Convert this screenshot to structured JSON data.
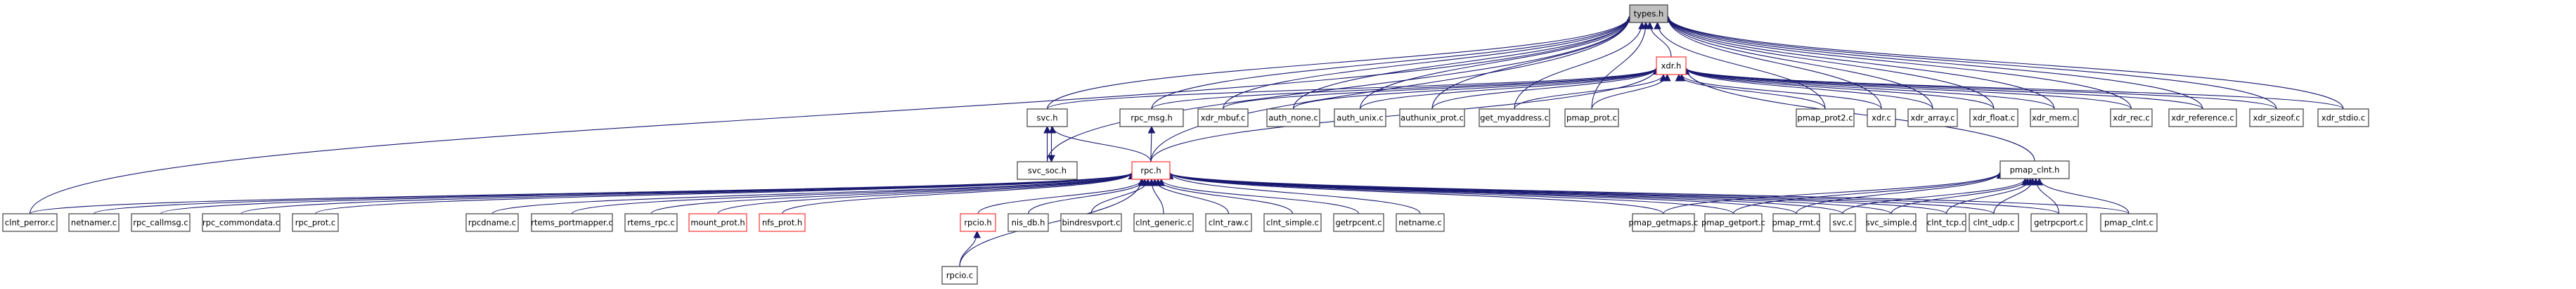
{
  "graph": {
    "title": "types.h included-by dependency graph",
    "colors": {
      "edge": "#191970",
      "root_fill": "#bfbfbf",
      "node_border": "#404040",
      "incomplete_border": "#ff3333"
    },
    "root": "types.h",
    "nodes": [
      {
        "id": "types.h",
        "label": "types.h",
        "kind": "root"
      },
      {
        "id": "xdr.h",
        "label": "xdr.h",
        "kind": "incomplete"
      },
      {
        "id": "svc.h",
        "label": "svc.h",
        "kind": "normal"
      },
      {
        "id": "rpc_msg.h",
        "label": "rpc_msg.h",
        "kind": "normal"
      },
      {
        "id": "xdr_mbuf.c",
        "label": "xdr_mbuf.c",
        "kind": "normal"
      },
      {
        "id": "auth_none.c",
        "label": "auth_none.c",
        "kind": "normal"
      },
      {
        "id": "auth_unix.c",
        "label": "auth_unix.c",
        "kind": "normal"
      },
      {
        "id": "authunix_prot.c",
        "label": "authunix_prot.c",
        "kind": "normal"
      },
      {
        "id": "get_myaddress.c",
        "label": "get_myaddress.c",
        "kind": "normal"
      },
      {
        "id": "pmap_prot.c",
        "label": "pmap_prot.c",
        "kind": "normal"
      },
      {
        "id": "pmap_prot2.c",
        "label": "pmap_prot2.c",
        "kind": "normal"
      },
      {
        "id": "xdr.c",
        "label": "xdr.c",
        "kind": "normal"
      },
      {
        "id": "xdr_array.c",
        "label": "xdr_array.c",
        "kind": "normal"
      },
      {
        "id": "xdr_float.c",
        "label": "xdr_float.c",
        "kind": "normal"
      },
      {
        "id": "xdr_mem.c",
        "label": "xdr_mem.c",
        "kind": "normal"
      },
      {
        "id": "xdr_rec.c",
        "label": "xdr_rec.c",
        "kind": "normal"
      },
      {
        "id": "xdr_reference.c",
        "label": "xdr_reference.c",
        "kind": "normal"
      },
      {
        "id": "xdr_sizeof.c",
        "label": "xdr_sizeof.c",
        "kind": "normal"
      },
      {
        "id": "xdr_stdio.c",
        "label": "xdr_stdio.c",
        "kind": "normal"
      },
      {
        "id": "svc_soc.h",
        "label": "svc_soc.h",
        "kind": "normal"
      },
      {
        "id": "rpc.h",
        "label": "rpc.h",
        "kind": "incomplete"
      },
      {
        "id": "pmap_clnt.h",
        "label": "pmap_clnt.h",
        "kind": "normal"
      },
      {
        "id": "clnt_perror.c",
        "label": "clnt_perror.c",
        "kind": "normal"
      },
      {
        "id": "netnamer.c",
        "label": "netnamer.c",
        "kind": "normal"
      },
      {
        "id": "rpc_callmsg.c",
        "label": "rpc_callmsg.c",
        "kind": "normal"
      },
      {
        "id": "rpc_commondata.c",
        "label": "rpc_commondata.c",
        "kind": "normal"
      },
      {
        "id": "rpc_prot.c",
        "label": "rpc_prot.c",
        "kind": "normal"
      },
      {
        "id": "rpcdname.c",
        "label": "rpcdname.c",
        "kind": "normal"
      },
      {
        "id": "rtems_portmapper.c",
        "label": "rtems_portmapper.c",
        "kind": "normal"
      },
      {
        "id": "rtems_rpc.c",
        "label": "rtems_rpc.c",
        "kind": "normal"
      },
      {
        "id": "mount_prot.h",
        "label": "mount_prot.h",
        "kind": "incomplete"
      },
      {
        "id": "nfs_prot.h",
        "label": "nfs_prot.h",
        "kind": "incomplete"
      },
      {
        "id": "rpcio.h",
        "label": "rpcio.h",
        "kind": "incomplete"
      },
      {
        "id": "nis_db.h",
        "label": "nis_db.h",
        "kind": "normal"
      },
      {
        "id": "bindresvport.c",
        "label": "bindresvport.c",
        "kind": "normal"
      },
      {
        "id": "clnt_generic.c",
        "label": "clnt_generic.c",
        "kind": "normal"
      },
      {
        "id": "clnt_raw.c",
        "label": "clnt_raw.c",
        "kind": "normal"
      },
      {
        "id": "clnt_simple.c",
        "label": "clnt_simple.c",
        "kind": "normal"
      },
      {
        "id": "getrpcent.c",
        "label": "getrpcent.c",
        "kind": "normal"
      },
      {
        "id": "netname.c",
        "label": "netname.c",
        "kind": "normal"
      },
      {
        "id": "pmap_getmaps.c",
        "label": "pmap_getmaps.c",
        "kind": "normal"
      },
      {
        "id": "pmap_getport.c",
        "label": "pmap_getport.c",
        "kind": "normal"
      },
      {
        "id": "pmap_rmt.c",
        "label": "pmap_rmt.c",
        "kind": "normal"
      },
      {
        "id": "svc.c",
        "label": "svc.c",
        "kind": "normal"
      },
      {
        "id": "svc_simple.c",
        "label": "svc_simple.c",
        "kind": "normal"
      },
      {
        "id": "clnt_tcp.c",
        "label": "clnt_tcp.c",
        "kind": "normal"
      },
      {
        "id": "clnt_udp.c",
        "label": "clnt_udp.c",
        "kind": "normal"
      },
      {
        "id": "getrpcport.c",
        "label": "getrpcport.c",
        "kind": "normal"
      },
      {
        "id": "pmap_clnt.c",
        "label": "pmap_clnt.c",
        "kind": "normal"
      },
      {
        "id": "rpcio.c",
        "label": "rpcio.c",
        "kind": "normal"
      }
    ],
    "edges": [
      [
        "xdr.h",
        "types.h"
      ],
      [
        "svc.h",
        "types.h"
      ],
      [
        "rpc_msg.h",
        "types.h"
      ],
      [
        "xdr_mbuf.c",
        "types.h"
      ],
      [
        "auth_none.c",
        "types.h"
      ],
      [
        "auth_unix.c",
        "types.h"
      ],
      [
        "authunix_prot.c",
        "types.h"
      ],
      [
        "get_myaddress.c",
        "types.h"
      ],
      [
        "pmap_prot.c",
        "types.h"
      ],
      [
        "pmap_prot2.c",
        "types.h"
      ],
      [
        "xdr.c",
        "types.h"
      ],
      [
        "xdr_array.c",
        "types.h"
      ],
      [
        "xdr_float.c",
        "types.h"
      ],
      [
        "xdr_mem.c",
        "types.h"
      ],
      [
        "xdr_rec.c",
        "types.h"
      ],
      [
        "xdr_reference.c",
        "types.h"
      ],
      [
        "xdr_sizeof.c",
        "types.h"
      ],
      [
        "xdr_stdio.c",
        "types.h"
      ],
      [
        "svc_soc.h",
        "types.h"
      ],
      [
        "rpc.h",
        "types.h"
      ],
      [
        "clnt_perror.c",
        "types.h"
      ],
      [
        "svc.h",
        "xdr.h"
      ],
      [
        "rpc_msg.h",
        "xdr.h"
      ],
      [
        "xdr_mbuf.c",
        "xdr.h"
      ],
      [
        "auth_none.c",
        "xdr.h"
      ],
      [
        "auth_unix.c",
        "xdr.h"
      ],
      [
        "authunix_prot.c",
        "xdr.h"
      ],
      [
        "get_myaddress.c",
        "xdr.h"
      ],
      [
        "pmap_prot.c",
        "xdr.h"
      ],
      [
        "pmap_prot2.c",
        "xdr.h"
      ],
      [
        "xdr.c",
        "xdr.h"
      ],
      [
        "xdr_array.c",
        "xdr.h"
      ],
      [
        "xdr_float.c",
        "xdr.h"
      ],
      [
        "xdr_mem.c",
        "xdr.h"
      ],
      [
        "xdr_rec.c",
        "xdr.h"
      ],
      [
        "xdr_reference.c",
        "xdr.h"
      ],
      [
        "xdr_sizeof.c",
        "xdr.h"
      ],
      [
        "xdr_stdio.c",
        "xdr.h"
      ],
      [
        "rpc.h",
        "xdr.h"
      ],
      [
        "pmap_clnt.h",
        "xdr.h"
      ],
      [
        "svc_soc.h",
        "svc.h"
      ],
      [
        "svc.h",
        "svc_soc.h"
      ],
      [
        "rpc.h",
        "svc.h"
      ],
      [
        "rpc.h",
        "rpc_msg.h"
      ],
      [
        "clnt_perror.c",
        "rpc.h"
      ],
      [
        "netnamer.c",
        "rpc.h"
      ],
      [
        "rpc_callmsg.c",
        "rpc.h"
      ],
      [
        "rpc_commondata.c",
        "rpc.h"
      ],
      [
        "rpc_prot.c",
        "rpc.h"
      ],
      [
        "rpcdname.c",
        "rpc.h"
      ],
      [
        "rtems_portmapper.c",
        "rpc.h"
      ],
      [
        "rtems_rpc.c",
        "rpc.h"
      ],
      [
        "mount_prot.h",
        "rpc.h"
      ],
      [
        "nfs_prot.h",
        "rpc.h"
      ],
      [
        "rpcio.h",
        "rpc.h"
      ],
      [
        "nis_db.h",
        "rpc.h"
      ],
      [
        "bindresvport.c",
        "rpc.h"
      ],
      [
        "clnt_generic.c",
        "rpc.h"
      ],
      [
        "clnt_raw.c",
        "rpc.h"
      ],
      [
        "clnt_simple.c",
        "rpc.h"
      ],
      [
        "getrpcent.c",
        "rpc.h"
      ],
      [
        "netname.c",
        "rpc.h"
      ],
      [
        "pmap_getmaps.c",
        "rpc.h"
      ],
      [
        "pmap_getport.c",
        "rpc.h"
      ],
      [
        "pmap_rmt.c",
        "rpc.h"
      ],
      [
        "svc.c",
        "rpc.h"
      ],
      [
        "svc_simple.c",
        "rpc.h"
      ],
      [
        "clnt_tcp.c",
        "rpc.h"
      ],
      [
        "clnt_udp.c",
        "rpc.h"
      ],
      [
        "getrpcport.c",
        "rpc.h"
      ],
      [
        "pmap_clnt.c",
        "rpc.h"
      ],
      [
        "rpcio.c",
        "rpc.h"
      ],
      [
        "rpcio.c",
        "rpcio.h"
      ],
      [
        "pmap_getmaps.c",
        "pmap_clnt.h"
      ],
      [
        "pmap_getport.c",
        "pmap_clnt.h"
      ],
      [
        "pmap_rmt.c",
        "pmap_clnt.h"
      ],
      [
        "svc.c",
        "pmap_clnt.h"
      ],
      [
        "svc_simple.c",
        "pmap_clnt.h"
      ],
      [
        "clnt_tcp.c",
        "pmap_clnt.h"
      ],
      [
        "clnt_udp.c",
        "pmap_clnt.h"
      ],
      [
        "getrpcport.c",
        "pmap_clnt.h"
      ],
      [
        "pmap_clnt.c",
        "pmap_clnt.h"
      ]
    ]
  }
}
